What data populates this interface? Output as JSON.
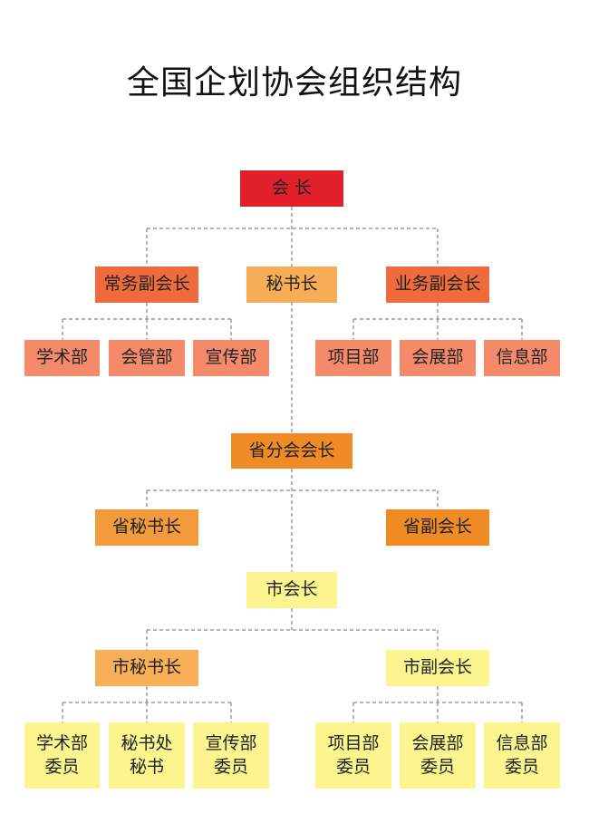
{
  "title": "全国企划协会组织结构",
  "nodes": {
    "president": {
      "label": "会  长",
      "color": "#e2202b"
    },
    "exec_vp": {
      "label": "常务副会长",
      "color": "#ef6b3c"
    },
    "secretary_general": {
      "label": "秘书长",
      "color": "#f7ad55"
    },
    "business_vp": {
      "label": "业务副会长",
      "color": "#ef6b3c"
    },
    "academic_dept": {
      "label": "学术部",
      "color": "#f58a6a"
    },
    "association_mgmt_dept": {
      "label": "会管部",
      "color": "#f58a6a"
    },
    "publicity_dept": {
      "label": "宣传部",
      "color": "#f58a6a"
    },
    "project_dept": {
      "label": "项目部",
      "color": "#f58a6a"
    },
    "exhibition_dept": {
      "label": "会展部",
      "color": "#f58a6a"
    },
    "information_dept": {
      "label": "信息部",
      "color": "#f58a6a"
    },
    "provincial_president": {
      "label": "省分会会长",
      "color": "#f08a25"
    },
    "provincial_secretary_general": {
      "label": "省秘书长",
      "color": "#f39a3d"
    },
    "provincial_vp": {
      "label": "省副会长",
      "color": "#f08a25"
    },
    "city_president": {
      "label": "市会长",
      "color": "#fbf48f"
    },
    "city_secretary_general": {
      "label": "市秘书长",
      "color": "#f9ae58"
    },
    "city_vp": {
      "label": "市副会长",
      "color": "#fbf48f"
    },
    "city_academic_member": {
      "label": "学术部\n委员",
      "color": "#fbf48f"
    },
    "city_secretariat_secretary": {
      "label": "秘书处\n秘书",
      "color": "#fbf48f"
    },
    "city_publicity_member": {
      "label": "宣传部\n委员",
      "color": "#fbf48f"
    },
    "city_project_member": {
      "label": "项目部\n委员",
      "color": "#fbf48f"
    },
    "city_exhibition_member": {
      "label": "会展部\n委员",
      "color": "#fbf48f"
    },
    "city_information_member": {
      "label": "信息部\n委员",
      "color": "#fbf48f"
    }
  },
  "connector_color": "#9b9b9b"
}
